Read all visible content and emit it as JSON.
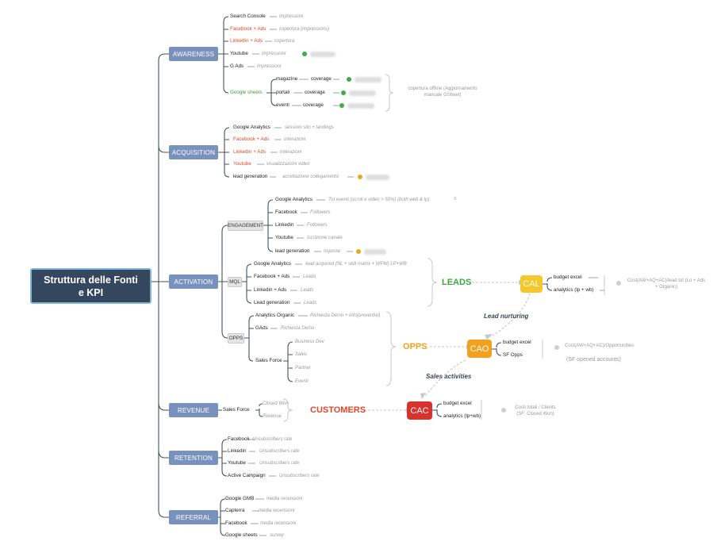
{
  "root": "Struttura delle Fonti e KPI",
  "categories": {
    "awareness": "AWARENESS",
    "acquisition": "ACQUISITION",
    "activation": "ACTIVATION",
    "revenue": "REVENUE",
    "retention": "RETENTION",
    "referral": "REFERRAL"
  },
  "awareness": {
    "search_console": "Search Console",
    "search_console_kpi": "impressioni",
    "facebook": "Facebook + Ads",
    "facebook_kpi": "copertura (impressions)",
    "linkedin": "Linkedin + Ads",
    "linkedin_kpi": "copertura",
    "youtube": "Youtube",
    "youtube_kpi": "impressioni",
    "gads": "G Ads",
    "gads_kpi": "impressioni",
    "google_sheets": "Google sheets",
    "magazine": "magazine",
    "portali": "portali",
    "eventi": "eventi",
    "coverage": "coverage",
    "offline_note": "copertura offline (Aggiornamento manuale GSheet)"
  },
  "acquisition": {
    "ga": "Google Analytics",
    "ga_kpi": "sessioni sito + landings",
    "facebook": "Facebook + Ads",
    "facebook_kpi": "interazioni",
    "linkedin": "Linkedin + Ads",
    "linkedin_kpi": "interazioni",
    "youtube": "Youtube",
    "youtube_kpi": "visualizzazioni video",
    "leadgen": "lead generation",
    "leadgen_kpi": "accettazione collegamento"
  },
  "activation": {
    "engagement": "ENGAGEMENT",
    "mql": "MQL",
    "opps": "OPPS",
    "eng_ga": "Google Analytics",
    "eng_ga_kpi": "Tot eventi (scroll e video > 50%) (both web & lp)",
    "eng_fb": "Facebook",
    "eng_fb_kpi": "Followers",
    "eng_li": "Linkedin",
    "eng_li_kpi": "Followers",
    "eng_yt": "Youtube",
    "eng_yt_kpi": "Iscrizione canale",
    "eng_lg": "lead generation",
    "eng_lg_kpi": "risposte",
    "mql_ga": "Google Analytics",
    "mql_ga_kpi": "lead acquired (NL + skill matrix + WPM) LP+WB",
    "mql_fb": "Facebook + Ads",
    "mql_fb_kpi": "Leads",
    "mql_li": "Linkedin + Ads",
    "mql_li_kpi": "Leads",
    "mql_lg": "Lead generation",
    "mql_lg_kpi": "Leads",
    "opps_ao": "Analytics Organic",
    "opps_ao_kpi": "Richiesta Demo + info(preventivi)",
    "opps_ga": "GAds",
    "opps_ga_kpi": "Richiesta Demo",
    "opps_sf": "Sales Force",
    "sf_items": [
      "Business Dev",
      "Sales",
      "Partner",
      "Eventi"
    ]
  },
  "flow": {
    "leads": "LEADS",
    "opps": "OPPS",
    "customers": "CUSTOMERS",
    "cal": "CAL",
    "cao": "CAO",
    "cac": "CAC",
    "lead_nurturing": "Lead nurturing",
    "sales_activities": "Sales activities",
    "cal_budget": "budget excel",
    "cal_analytics": "analytics (lp + wb)",
    "cal_note": "Cost(AW+AQ+AC)/lead tot (Lo + Ads + Organic)",
    "cao_budget": "budget excel",
    "cao_sf": "SF Opps",
    "cao_note": "Cost(AW+AQ+AC)/Opportunities",
    "cao_note2": "(SF opened accounts)",
    "cac_budget": "budget excel",
    "cac_analytics": "analytics (lp+wb)",
    "cac_note": "Costi totali / Clients (SF: Closed Won)"
  },
  "revenue": {
    "sf": "Sales Force",
    "closed_won": "Closed Won",
    "revenue": "Revenue"
  },
  "retention": {
    "fb": "Facebook",
    "li": "Linkedin",
    "yt": "Youtube",
    "ac": "Active Campaign",
    "kpi": "Unsubscribers rate"
  },
  "referral": {
    "gmb": "Google GMB",
    "capterra": "Capterra",
    "fb": "Facebook",
    "gs": "Google sheets",
    "kpi": "media recensioni",
    "survey": "survey"
  },
  "colors": {
    "root": "#34475e",
    "category": "#7892bd",
    "cal": "#f4c82a",
    "cao": "#f2a01e",
    "cac": "#d9312b",
    "leads": "#3ea541"
  }
}
